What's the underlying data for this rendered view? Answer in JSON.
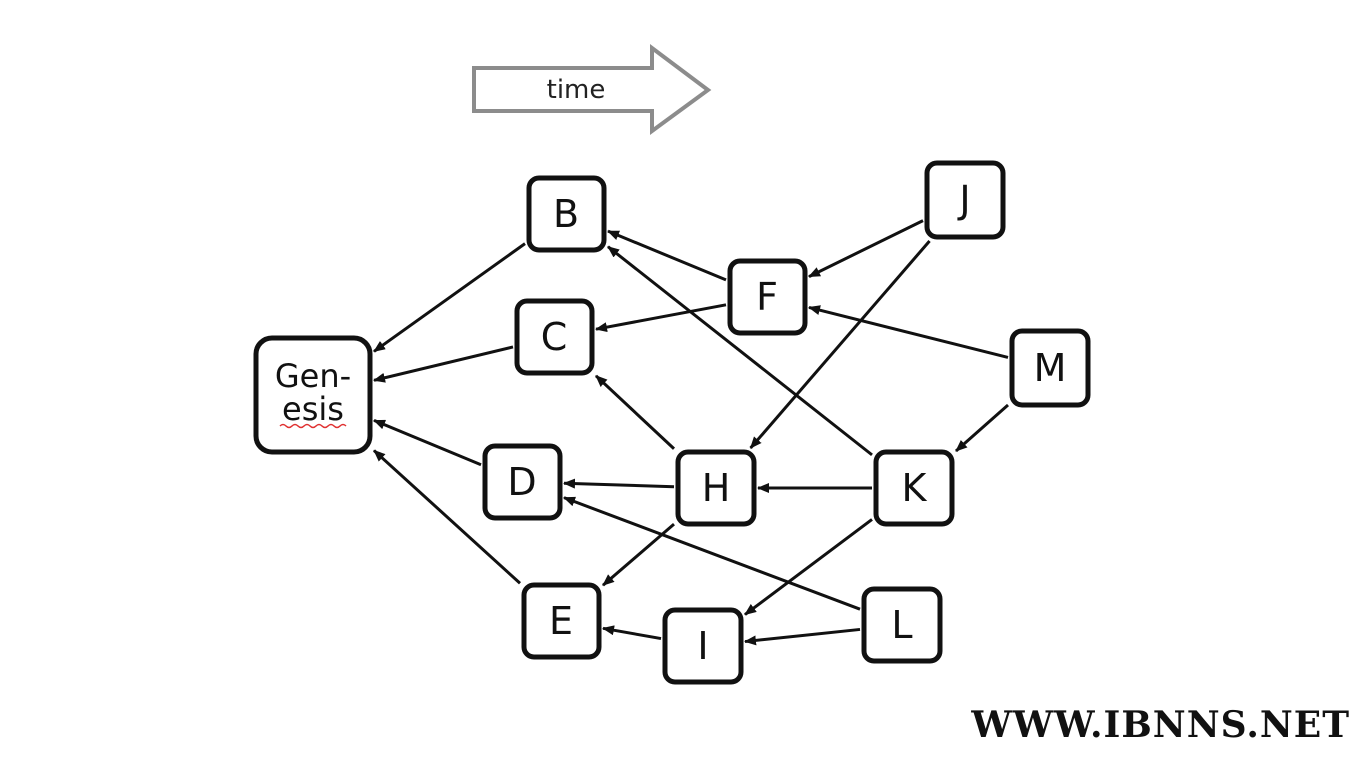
{
  "time_label": "time",
  "watermark": "WWW.IBNNS.NET",
  "genesis": {
    "line1": "Gen-",
    "line2": "esis"
  },
  "nodes": {
    "B": "B",
    "C": "C",
    "D": "D",
    "E": "E",
    "F": "F",
    "H": "H",
    "I": "I",
    "J": "J",
    "K": "K",
    "L": "L",
    "M": "M"
  },
  "edges": [
    [
      "B",
      "Genesis"
    ],
    [
      "C",
      "Genesis"
    ],
    [
      "D",
      "Genesis"
    ],
    [
      "E",
      "Genesis"
    ],
    [
      "F",
      "B"
    ],
    [
      "F",
      "C"
    ],
    [
      "J",
      "F"
    ],
    [
      "M",
      "F"
    ],
    [
      "M",
      "K"
    ],
    [
      "J",
      "H"
    ],
    [
      "K",
      "B"
    ],
    [
      "H",
      "C"
    ],
    [
      "H",
      "D"
    ],
    [
      "H",
      "E"
    ],
    [
      "K",
      "H"
    ],
    [
      "K",
      "I"
    ],
    [
      "L",
      "I"
    ],
    [
      "L",
      "D"
    ],
    [
      "I",
      "E"
    ]
  ],
  "colors": {
    "stroke": "#111111",
    "time_arrow": "#8c8c8c",
    "spellcheck": "#e03030"
  }
}
